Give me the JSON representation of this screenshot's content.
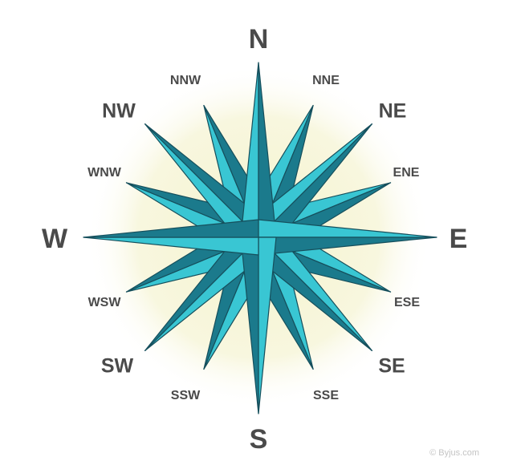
{
  "labels": {
    "n": "N",
    "nne": "NNE",
    "ne": "NE",
    "ene": "ENE",
    "e": "E",
    "ese": "ESE",
    "se": "SE",
    "sse": "SSE",
    "s": "S",
    "ssw": "SSW",
    "sw": "SW",
    "wsw": "WSW",
    "w": "W",
    "wnw": "WNW",
    "nw": "NW",
    "nnw": "NNW"
  },
  "watermark": "© Byjus.com",
  "colors": {
    "light": "#39c6d3",
    "dark": "#1b7a8c",
    "outline": "#164f5c",
    "glow": "#f7f6d9",
    "text": "#4a4a4a"
  }
}
